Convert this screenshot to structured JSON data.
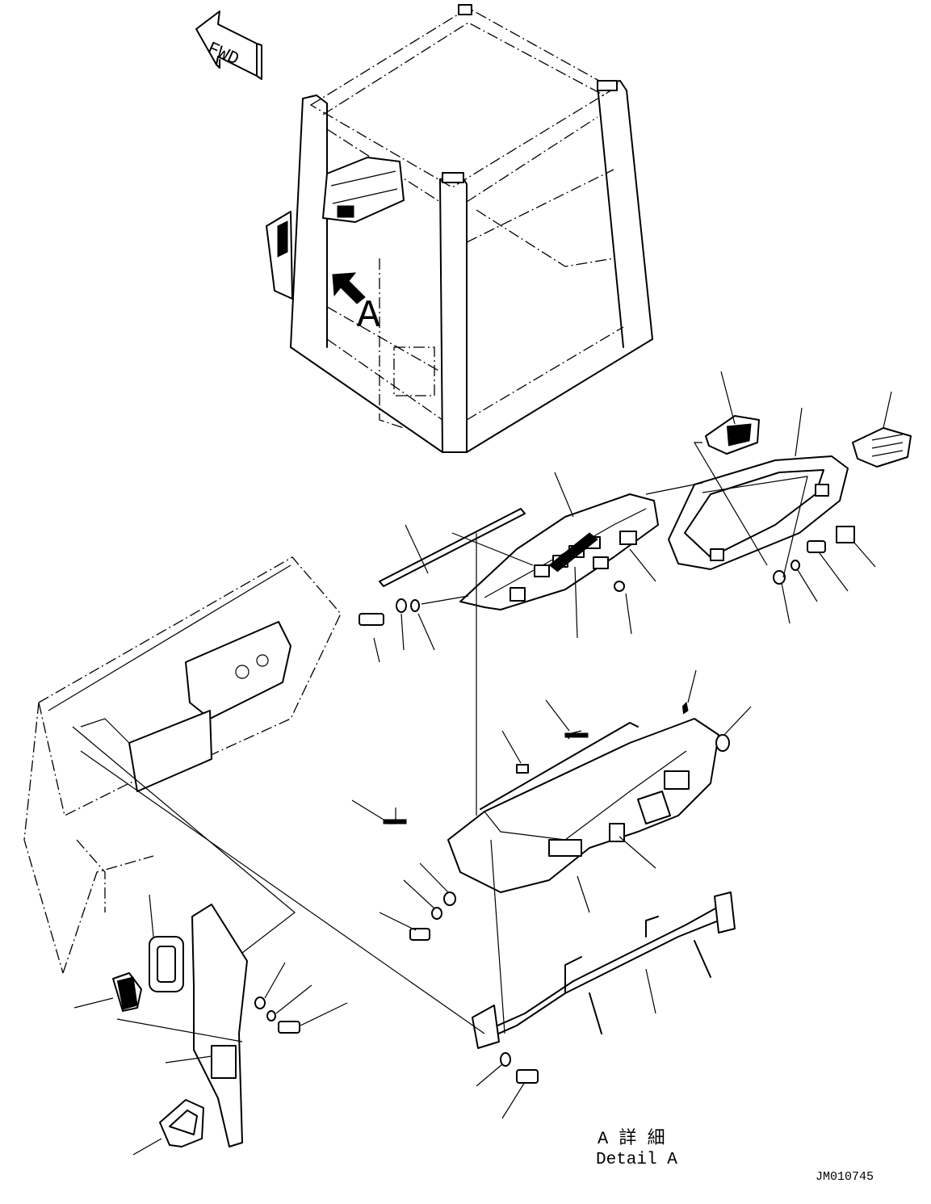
{
  "diagram": {
    "fwd_label": "FWD",
    "view_marker": "A",
    "detail_title_jp": "A 詳 細",
    "detail_title_en": "Detail A",
    "drawing_number": "JM010745"
  }
}
